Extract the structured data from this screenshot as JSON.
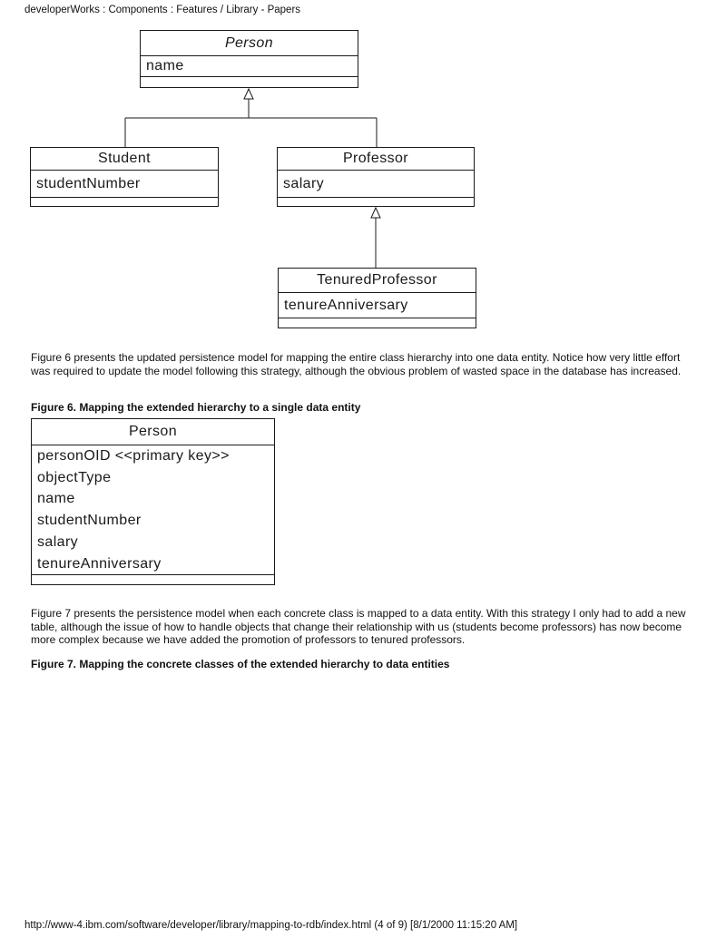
{
  "page": {
    "header": "developerWorks : Components : Features / Library - Papers",
    "footer": "http://www-4.ibm.com/software/developer/library/mapping-to-rdb/index.html (4 of 9) [8/1/2000 11:15:20 AM]"
  },
  "class_diagram": {
    "person": {
      "title": "Person",
      "abstract": true,
      "attributes": [
        "name"
      ]
    },
    "student": {
      "title": "Student",
      "attributes": [
        "studentNumber"
      ]
    },
    "professor": {
      "title": "Professor",
      "attributes": [
        "salary"
      ]
    },
    "tenured_professor": {
      "title": "TenuredProfessor",
      "attributes": [
        "tenureAnniversary"
      ]
    }
  },
  "figure6": {
    "paragraph": "Figure 6 presents the updated persistence model for mapping the entire class hierarchy into one data entity. Notice how very little effort was required to update the model following this strategy, although the obvious problem of wasted space in the database has increased.",
    "heading": "Figure 6. Mapping the extended hierarchy to a single data entity",
    "entity": {
      "title": "Person",
      "attributes": [
        "personOID <<primary key>>",
        "objectType",
        "name",
        "studentNumber",
        "salary",
        "tenureAnniversary"
      ]
    }
  },
  "figure7": {
    "paragraph": "Figure 7 presents the persistence model when each concrete class is mapped to a data entity. With this strategy I only had to add a new table, although the issue of how to handle objects that  change their relationship with us (students become professors) has now become more complex because we have added the promotion of professors to tenured professors.",
    "heading": "Figure 7. Mapping the concrete classes of the extended hierarchy to data entities"
  }
}
